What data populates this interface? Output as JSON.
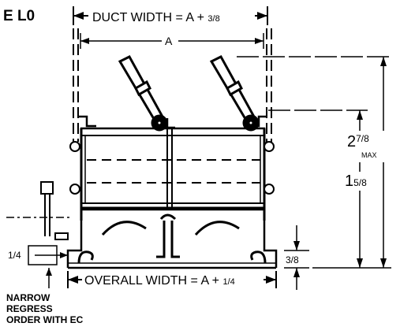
{
  "model_code": "E L0",
  "duct_width": {
    "prefix": "DUCT WIDTH = A + ",
    "fraction": "3/8"
  },
  "inner_width": "A",
  "overall_width": {
    "prefix": "OVERALL WIDTH = A + ",
    "fraction": "1/4"
  },
  "height_max": {
    "whole": "2",
    "fraction": "7/8",
    "note": "MAX"
  },
  "height_inner": {
    "whole": "1",
    "fraction": "5/8"
  },
  "flange": "3/8",
  "side_quarter": "1/4",
  "note_lines": [
    "NARROW",
    "REGRESS",
    "ORDER WITH EC"
  ]
}
